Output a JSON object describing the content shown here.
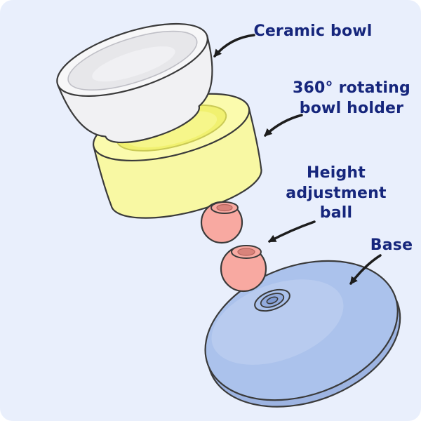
{
  "diagram": {
    "labels": {
      "ceramic_bowl": "Ceramic bowl",
      "bowl_holder": "360° rotating\nbowl holder",
      "height_ball": "Height\nadjustment\nball",
      "base": "Base"
    }
  },
  "colors": {
    "background": "#e9effc",
    "outline": "#3a3a3a",
    "label_text": "#16267c",
    "arrow": "#1d1d1d",
    "ceramic_bowl_body": "#f1f1f3",
    "ceramic_rim": "#f7f7f8",
    "ceramic_inner": "#e7e7ea",
    "holder_body": "#f8f8a3",
    "holder_top": "#fbfbad",
    "holder_recess": "#f1f170",
    "ball": "#f8a9a1",
    "ball_socket_inner": "#d9837b",
    "base_top": "#abc2ec",
    "base_edge": "#9db4e2",
    "base_socket_mid": "#92abdd",
    "base_socket_inner": "#7e99d0"
  }
}
